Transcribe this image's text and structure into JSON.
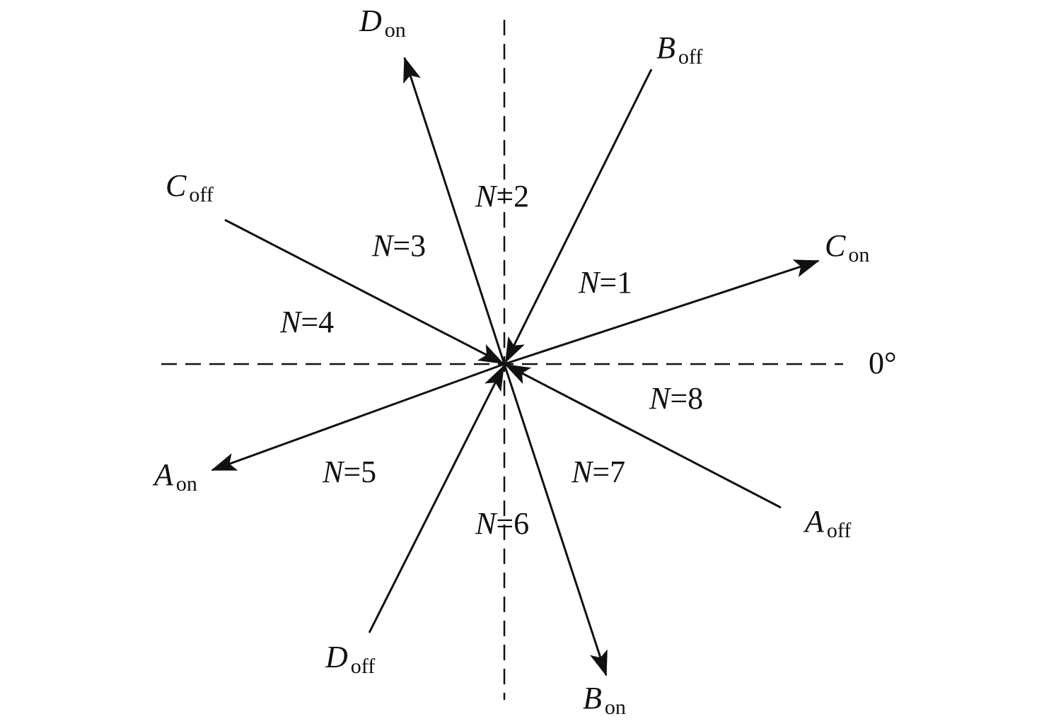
{
  "axis_label": "0°",
  "vectors": [
    {
      "name": "D",
      "state": "on",
      "sub": "on",
      "direction": "outward"
    },
    {
      "name": "B",
      "state": "off",
      "sub": "off",
      "direction": "inward"
    },
    {
      "name": "C",
      "state": "off",
      "sub": "off",
      "direction": "inward"
    },
    {
      "name": "C",
      "state": "on",
      "sub": "on",
      "direction": "outward"
    },
    {
      "name": "A",
      "state": "on",
      "sub": "on",
      "direction": "outward"
    },
    {
      "name": "A",
      "state": "off",
      "sub": "off",
      "direction": "inward"
    },
    {
      "name": "D",
      "state": "off",
      "sub": "off",
      "direction": "inward"
    },
    {
      "name": "B",
      "state": "on",
      "sub": "on",
      "direction": "outward"
    }
  ],
  "sectors": [
    {
      "var": "N",
      "eq": "=1"
    },
    {
      "var": "N",
      "eq": "=2"
    },
    {
      "var": "N",
      "eq": "=3"
    },
    {
      "var": "N",
      "eq": "=4"
    },
    {
      "var": "N",
      "eq": "=5"
    },
    {
      "var": "N",
      "eq": "=6"
    },
    {
      "var": "N",
      "eq": "=7"
    },
    {
      "var": "N",
      "eq": "=8"
    }
  ]
}
